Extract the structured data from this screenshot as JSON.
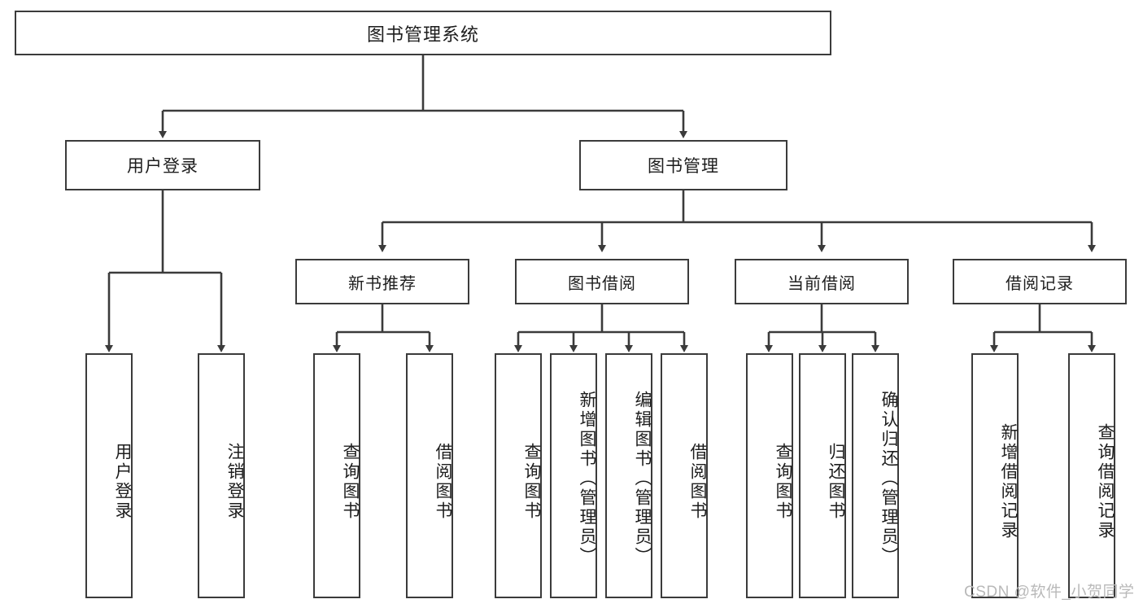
{
  "diagram": {
    "title": "图书管理系统",
    "type": "功能结构图",
    "line_color": "#3b3b3b",
    "box_fill": "#ffffff",
    "text_color": "#1d1d1d"
  },
  "root": {
    "label": "图书管理系统"
  },
  "tier1": [
    {
      "id": "user-login",
      "label": "用户登录"
    },
    {
      "id": "book-management",
      "label": "图书管理"
    }
  ],
  "tier2": [
    {
      "id": "new-book-recommend",
      "label": "新书推荐",
      "parent": "book-management"
    },
    {
      "id": "book-borrow",
      "label": "图书借阅",
      "parent": "book-management"
    },
    {
      "id": "current-borrow",
      "label": "当前借阅",
      "parent": "book-management"
    },
    {
      "id": "borrow-record",
      "label": "借阅记录",
      "parent": "book-management"
    }
  ],
  "leaves": [
    {
      "id": "leaf-user-login",
      "label": "用户登录",
      "parent": "user-login"
    },
    {
      "id": "leaf-logout-login",
      "label": "注销登录",
      "parent": "user-login"
    },
    {
      "id": "leaf-query-book-1",
      "label": "查询图书",
      "parent": "new-book-recommend"
    },
    {
      "id": "leaf-borrow-book-1",
      "label": "借阅图书",
      "parent": "new-book-recommend"
    },
    {
      "id": "leaf-query-book-2",
      "label": "查询图书",
      "parent": "book-borrow"
    },
    {
      "id": "leaf-add-book",
      "label": "新增图书（管理员）",
      "parent": "book-borrow"
    },
    {
      "id": "leaf-edit-book",
      "label": "编辑图书（管理员）",
      "parent": "book-borrow"
    },
    {
      "id": "leaf-borrow-book-2",
      "label": "借阅图书",
      "parent": "book-borrow"
    },
    {
      "id": "leaf-query-book-3",
      "label": "查询图书",
      "parent": "current-borrow"
    },
    {
      "id": "leaf-return-book",
      "label": "归还图书",
      "parent": "current-borrow"
    },
    {
      "id": "leaf-confirm-return",
      "label": "确认归还（管理员）",
      "parent": "current-borrow"
    },
    {
      "id": "leaf-add-borrow-record",
      "label": "新增借阅记录",
      "parent": "borrow-record"
    },
    {
      "id": "leaf-query-borrow-record",
      "label": "查询借阅记录",
      "parent": "borrow-record"
    }
  ],
  "watermark": {
    "text": "CSDN @软件_小贺同学"
  }
}
